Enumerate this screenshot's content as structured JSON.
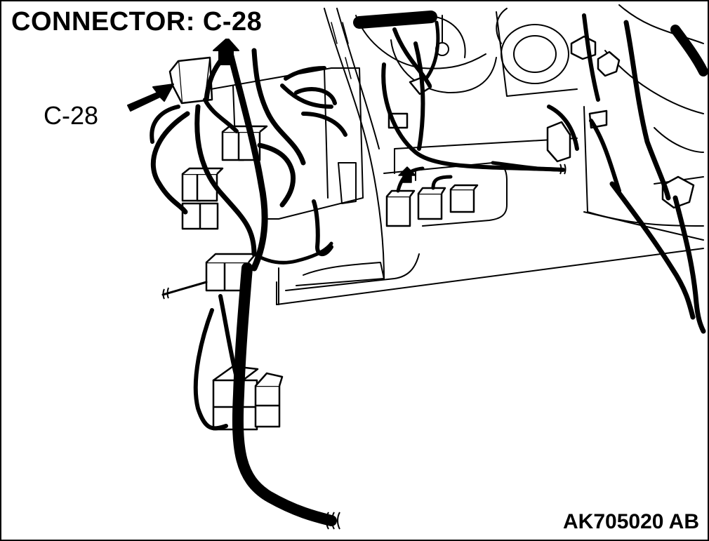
{
  "diagram": {
    "title": "CONNECTOR: C-28",
    "callout_label": "C-28",
    "reference_code": "AK705020 AB",
    "target_connector": "C-28",
    "colors": {
      "line": "#000000",
      "background": "#ffffff"
    }
  }
}
